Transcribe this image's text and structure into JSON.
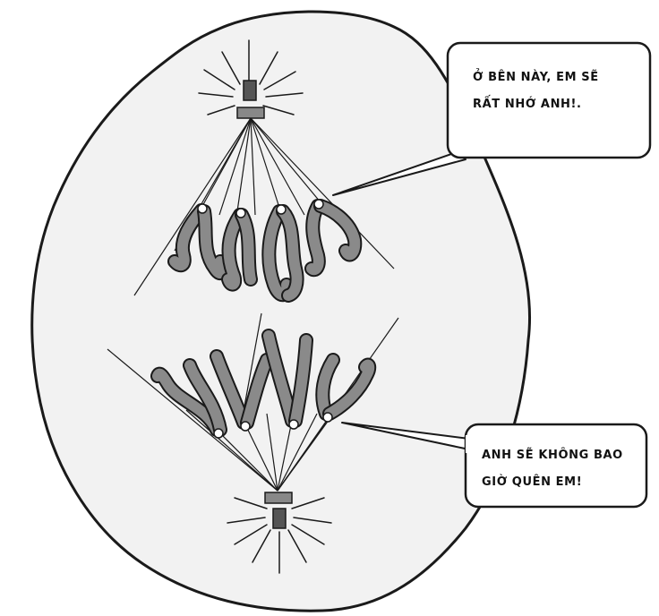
{
  "speech_bubbles": {
    "top": {
      "line1": "Ở bên này, em sẽ",
      "line2": "rất nhớ anh!."
    },
    "bottom": {
      "line1": "Anh sẽ không bao",
      "line2": "giờ quên em!"
    }
  },
  "colors": {
    "cell_fill": "#f2f2f2",
    "outline": "#1a1a1a",
    "chromosome": "#8a8a8a",
    "bubble_fill": "#ffffff"
  }
}
